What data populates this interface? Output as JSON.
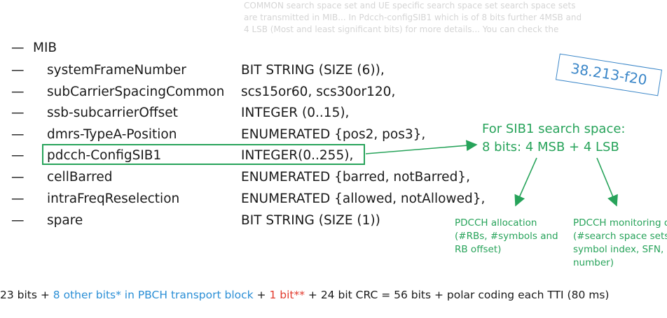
{
  "background_text": [
    "COMMON search space set and UE specific search space set search space sets",
    "are transmitted in MIB... In Pdcch-configSIB1 which is of 8 bits further  4MSB and",
    "4 LSB (Most and least significant bits) for more details... You can check the"
  ],
  "mib": {
    "dash": "—",
    "title": "MIB",
    "fields": [
      {
        "name": "systemFrameNumber",
        "value": "BIT STRING (SIZE (6)),"
      },
      {
        "name": "subCarrierSpacingCommon",
        "value": "scs15or60, scs30or120,"
      },
      {
        "name": "ssb-subcarrierOffset",
        "value": "INTEGER (0..15),"
      },
      {
        "name": "dmrs-TypeA-Position",
        "value": "ENUMERATED {pos2, pos3},"
      },
      {
        "name": "pdcch-ConfigSIB1",
        "value": "INTEGER(0..255),"
      },
      {
        "name": "cellBarred",
        "value": "ENUMERATED {barred, notBarred},"
      },
      {
        "name": "intraFreqReselection",
        "value": "ENUMERATED {allowed, notAllowed},"
      },
      {
        "name": "spare",
        "value": "BIT STRING (SIZE (1))"
      }
    ]
  },
  "reference": "38.213-f20",
  "annotation": {
    "line1": "For SIB1 search space:",
    "line2": "8 bits: 4 MSB + 4 LSB",
    "left_note": [
      "PDCCH allocation",
      "(#RBs,  #symbols and",
      "RB offset)"
    ],
    "right_note": [
      "PDCCH monitoring o",
      "(#search space sets",
      "symbol index, SFN,",
      "number)"
    ]
  },
  "bottom": {
    "part1": "23 bits + ",
    "part2": "8 other bits* in PBCH transport block",
    "part3": " + ",
    "part4": "1 bit**",
    "part5": " + 24 bit CRC = 56 bits + polar coding each TTI (80 ms)"
  },
  "colors": {
    "green": "#27a35a",
    "blue": "#2b8fd6",
    "red": "#e23b2e",
    "reference": "#3a86c8"
  }
}
